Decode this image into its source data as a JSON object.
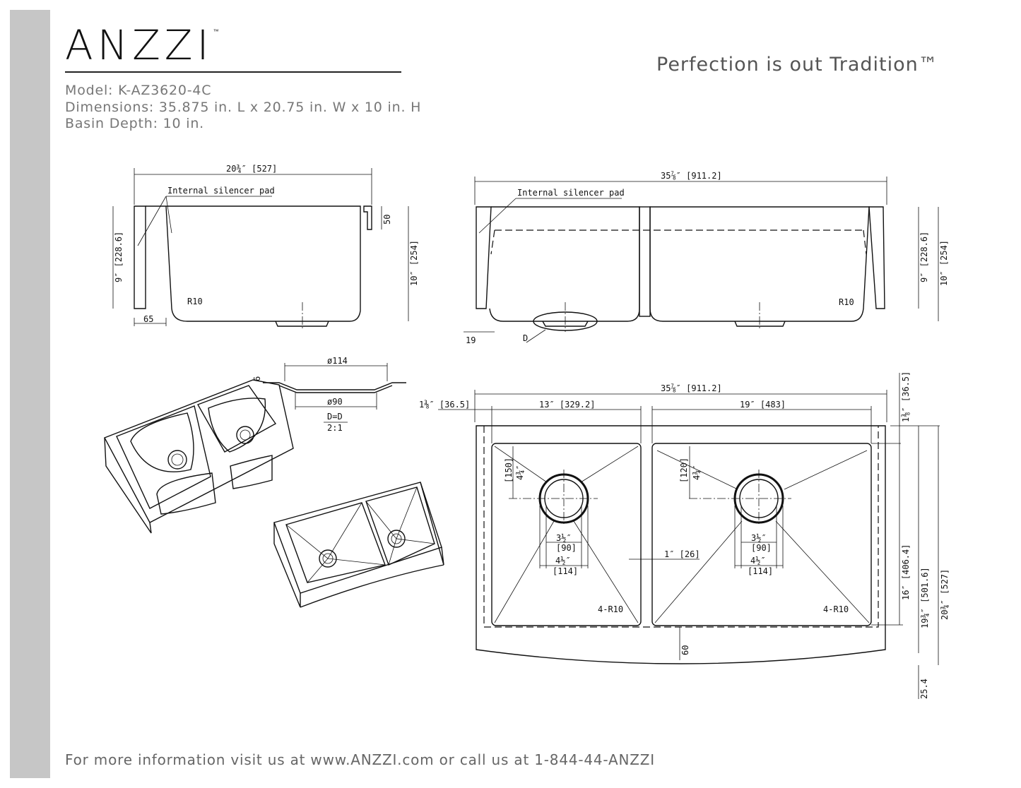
{
  "header": {
    "logo": "ANZZI",
    "logo_tm": "™",
    "tagline": "Perfection is out Tradition™",
    "model": "Model: K-AZ3620-4C",
    "dimensions": "Dimensions: 35.875 in. L x 20.75 in. W x 10 in. H",
    "basin_depth": "Basin Depth: 10 in."
  },
  "side_view": {
    "width": "20¾″ [527]",
    "pad_label": "Internal silencer pad",
    "rim": "50",
    "height_inner": "9″ [228.6]",
    "height_outer": "10″ [254]",
    "radius": "R10",
    "apron": "65"
  },
  "front_view": {
    "width": "35⅞″ [911.2]",
    "pad_label": "Internal silencer pad",
    "height_inner": "9″ [228.6]",
    "height_outer": "10″ [254]",
    "radius": "R10",
    "thickness": "19",
    "detail": "D"
  },
  "drain_detail": {
    "outer_dia": "ø114",
    "inner_dia": "ø90",
    "depth": "6",
    "section": "D=D",
    "scale": "2:1"
  },
  "plan_view": {
    "total_width": "35⅞″ [911.2]",
    "left_offset": "1⅜″ [36.5]",
    "left_bowl": "13″ [329.2]",
    "right_bowl": "19″ [483]",
    "top_offset": "1⅜″ [36.5]",
    "left_drain_in": "4¾″",
    "left_drain_mm": "[150]",
    "right_drain_in": "4¾″",
    "right_drain_mm": "[120]",
    "drain_inner_in": "3½″",
    "drain_inner_mm": "[90]",
    "drain_outer_in": "4½″",
    "drain_outer_mm": "[114]",
    "divider": "1″ [26]",
    "corner_radius": "4-R10",
    "apron": "60",
    "bowl_depth": "16″ [406.4]",
    "inner_width": "19¾″ [501.6]",
    "outer_width": "20¾″ [527]",
    "front_offset": "25.4"
  },
  "footer": {
    "text": "For more information visit us at www.ANZZI.com or call us at 1-844-44-ANZZI"
  }
}
